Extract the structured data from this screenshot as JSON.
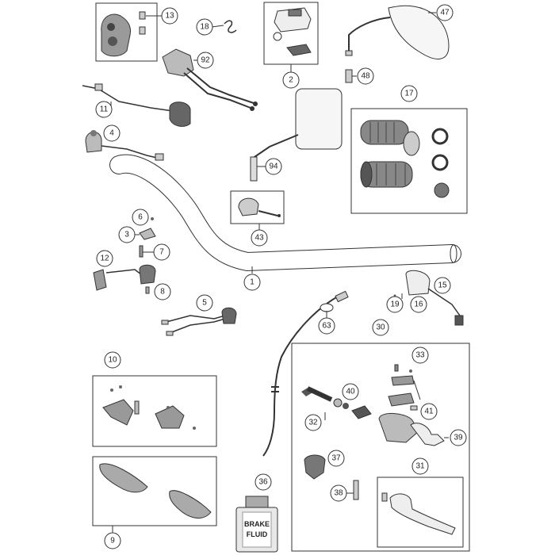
{
  "callouts": {
    "c1": "1",
    "c2": "2",
    "c3": "3",
    "c4": "4",
    "c5": "5",
    "c6": "6",
    "c7": "7",
    "c8": "8",
    "c9": "9",
    "c10": "10",
    "c11": "11",
    "c12": "12",
    "c13": "13",
    "c15": "15",
    "c16": "16",
    "c17": "17",
    "c18": "18",
    "c19": "19",
    "c30": "30",
    "c31": "31",
    "c32": "32",
    "c33": "33",
    "c36": "36",
    "c37": "37",
    "c38": "38",
    "c39": "39",
    "c40": "40",
    "c41": "41",
    "c43": "43",
    "c47": "47",
    "c48": "48",
    "c63": "63",
    "c92": "92",
    "c94": "94"
  },
  "fluid_label": {
    "line1": "BRAKE",
    "line2": "FLUID"
  },
  "colors": {
    "line": "#333333",
    "fill_light": "#f2f2f2",
    "fill_mid": "#bdbdbd",
    "fill_dark": "#555555",
    "accent": "#d9d9d9"
  }
}
